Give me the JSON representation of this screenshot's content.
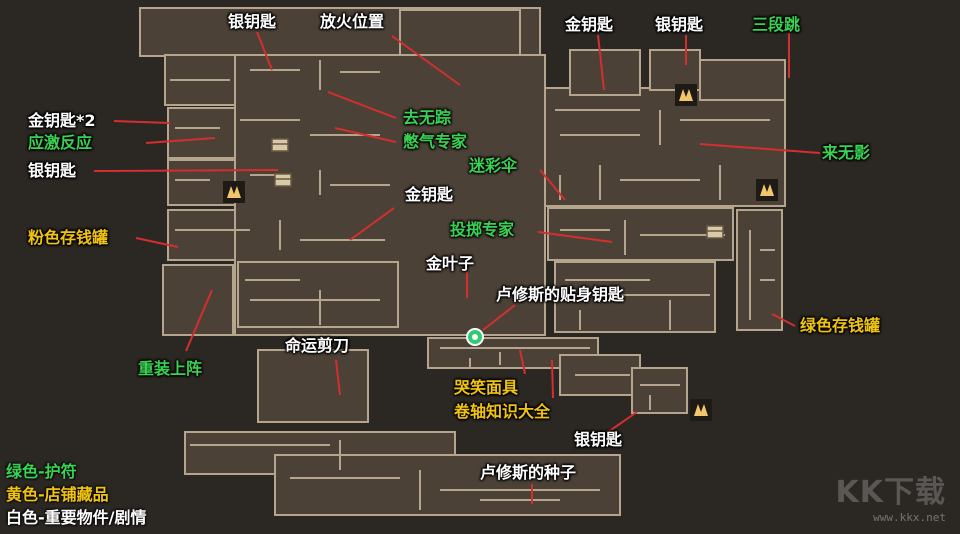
{
  "colors": {
    "background": "#2b2723",
    "room_fill": "#4b4137",
    "room_border": "#b6a58d",
    "leader_line": "#d32f2f",
    "green": "#39d353",
    "yellow": "#f1c40f",
    "white": "#ffffff"
  },
  "labels": {
    "silver_key_top": "银钥匙",
    "fire_position": "放火位置",
    "gold_key_top_right": "金钥匙",
    "silver_key_top_right": "银钥匙",
    "triple_jump": "三段跳",
    "gold_key_x2": "金钥匙*2",
    "stress_reaction": "应激反应",
    "silver_key_left": "银钥匙",
    "go_without_trace": "去无踪",
    "suppressed_expert": "憋气专家",
    "come_without_shadow": "来无影",
    "camo_umbrella": "迷彩伞",
    "gold_key_center": "金钥匙",
    "pink_piggy_bank": "粉色存钱罐",
    "throw_expert": "投掷专家",
    "gold_leaf": "金叶子",
    "lucius_key": "卢修斯的贴身钥匙",
    "green_piggy_bank": "绿色存钱罐",
    "heavy_armor": "重装上阵",
    "fate_scissors": "命运剪刀",
    "cry_laugh_mask": "哭笑面具",
    "scroll_knowledge": "卷轴知识大全",
    "silver_key_bottom": "银钥匙",
    "lucius_seed": "卢修斯的种子"
  },
  "legend": {
    "green": "绿色-护符",
    "yellow": "黄色-店铺藏品",
    "white": "白色-重要物件/剧情"
  },
  "watermark": {
    "logo": "KK下载",
    "url": "www.kkx.net"
  },
  "icons": [
    {
      "name": "chest-icon",
      "glyph": "▣"
    },
    {
      "name": "shrine-icon",
      "glyph": "♨"
    },
    {
      "name": "player-marker-icon",
      "glyph": "●"
    }
  ]
}
